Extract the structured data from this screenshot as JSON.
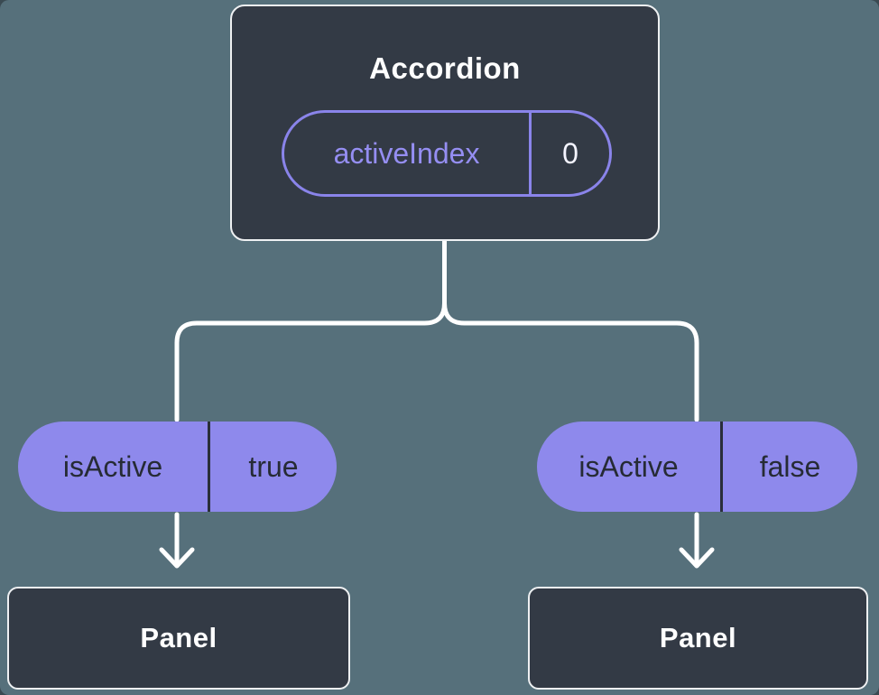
{
  "colors": {
    "background": "#56707b",
    "node_dark": "#333a45",
    "accent_purple": "#8e89ec",
    "outline_purple": "#8a84ea",
    "pill_text_dark": "#262b35",
    "connector_white": "#ffffff"
  },
  "root_node": {
    "title": "Accordion",
    "state_pill": {
      "name": "activeIndex",
      "value": "0"
    }
  },
  "left_branch": {
    "prop_pill": {
      "name": "isActive",
      "value": "true"
    },
    "child": {
      "title": "Panel"
    }
  },
  "right_branch": {
    "prop_pill": {
      "name": "isActive",
      "value": "false"
    },
    "child": {
      "title": "Panel"
    }
  }
}
